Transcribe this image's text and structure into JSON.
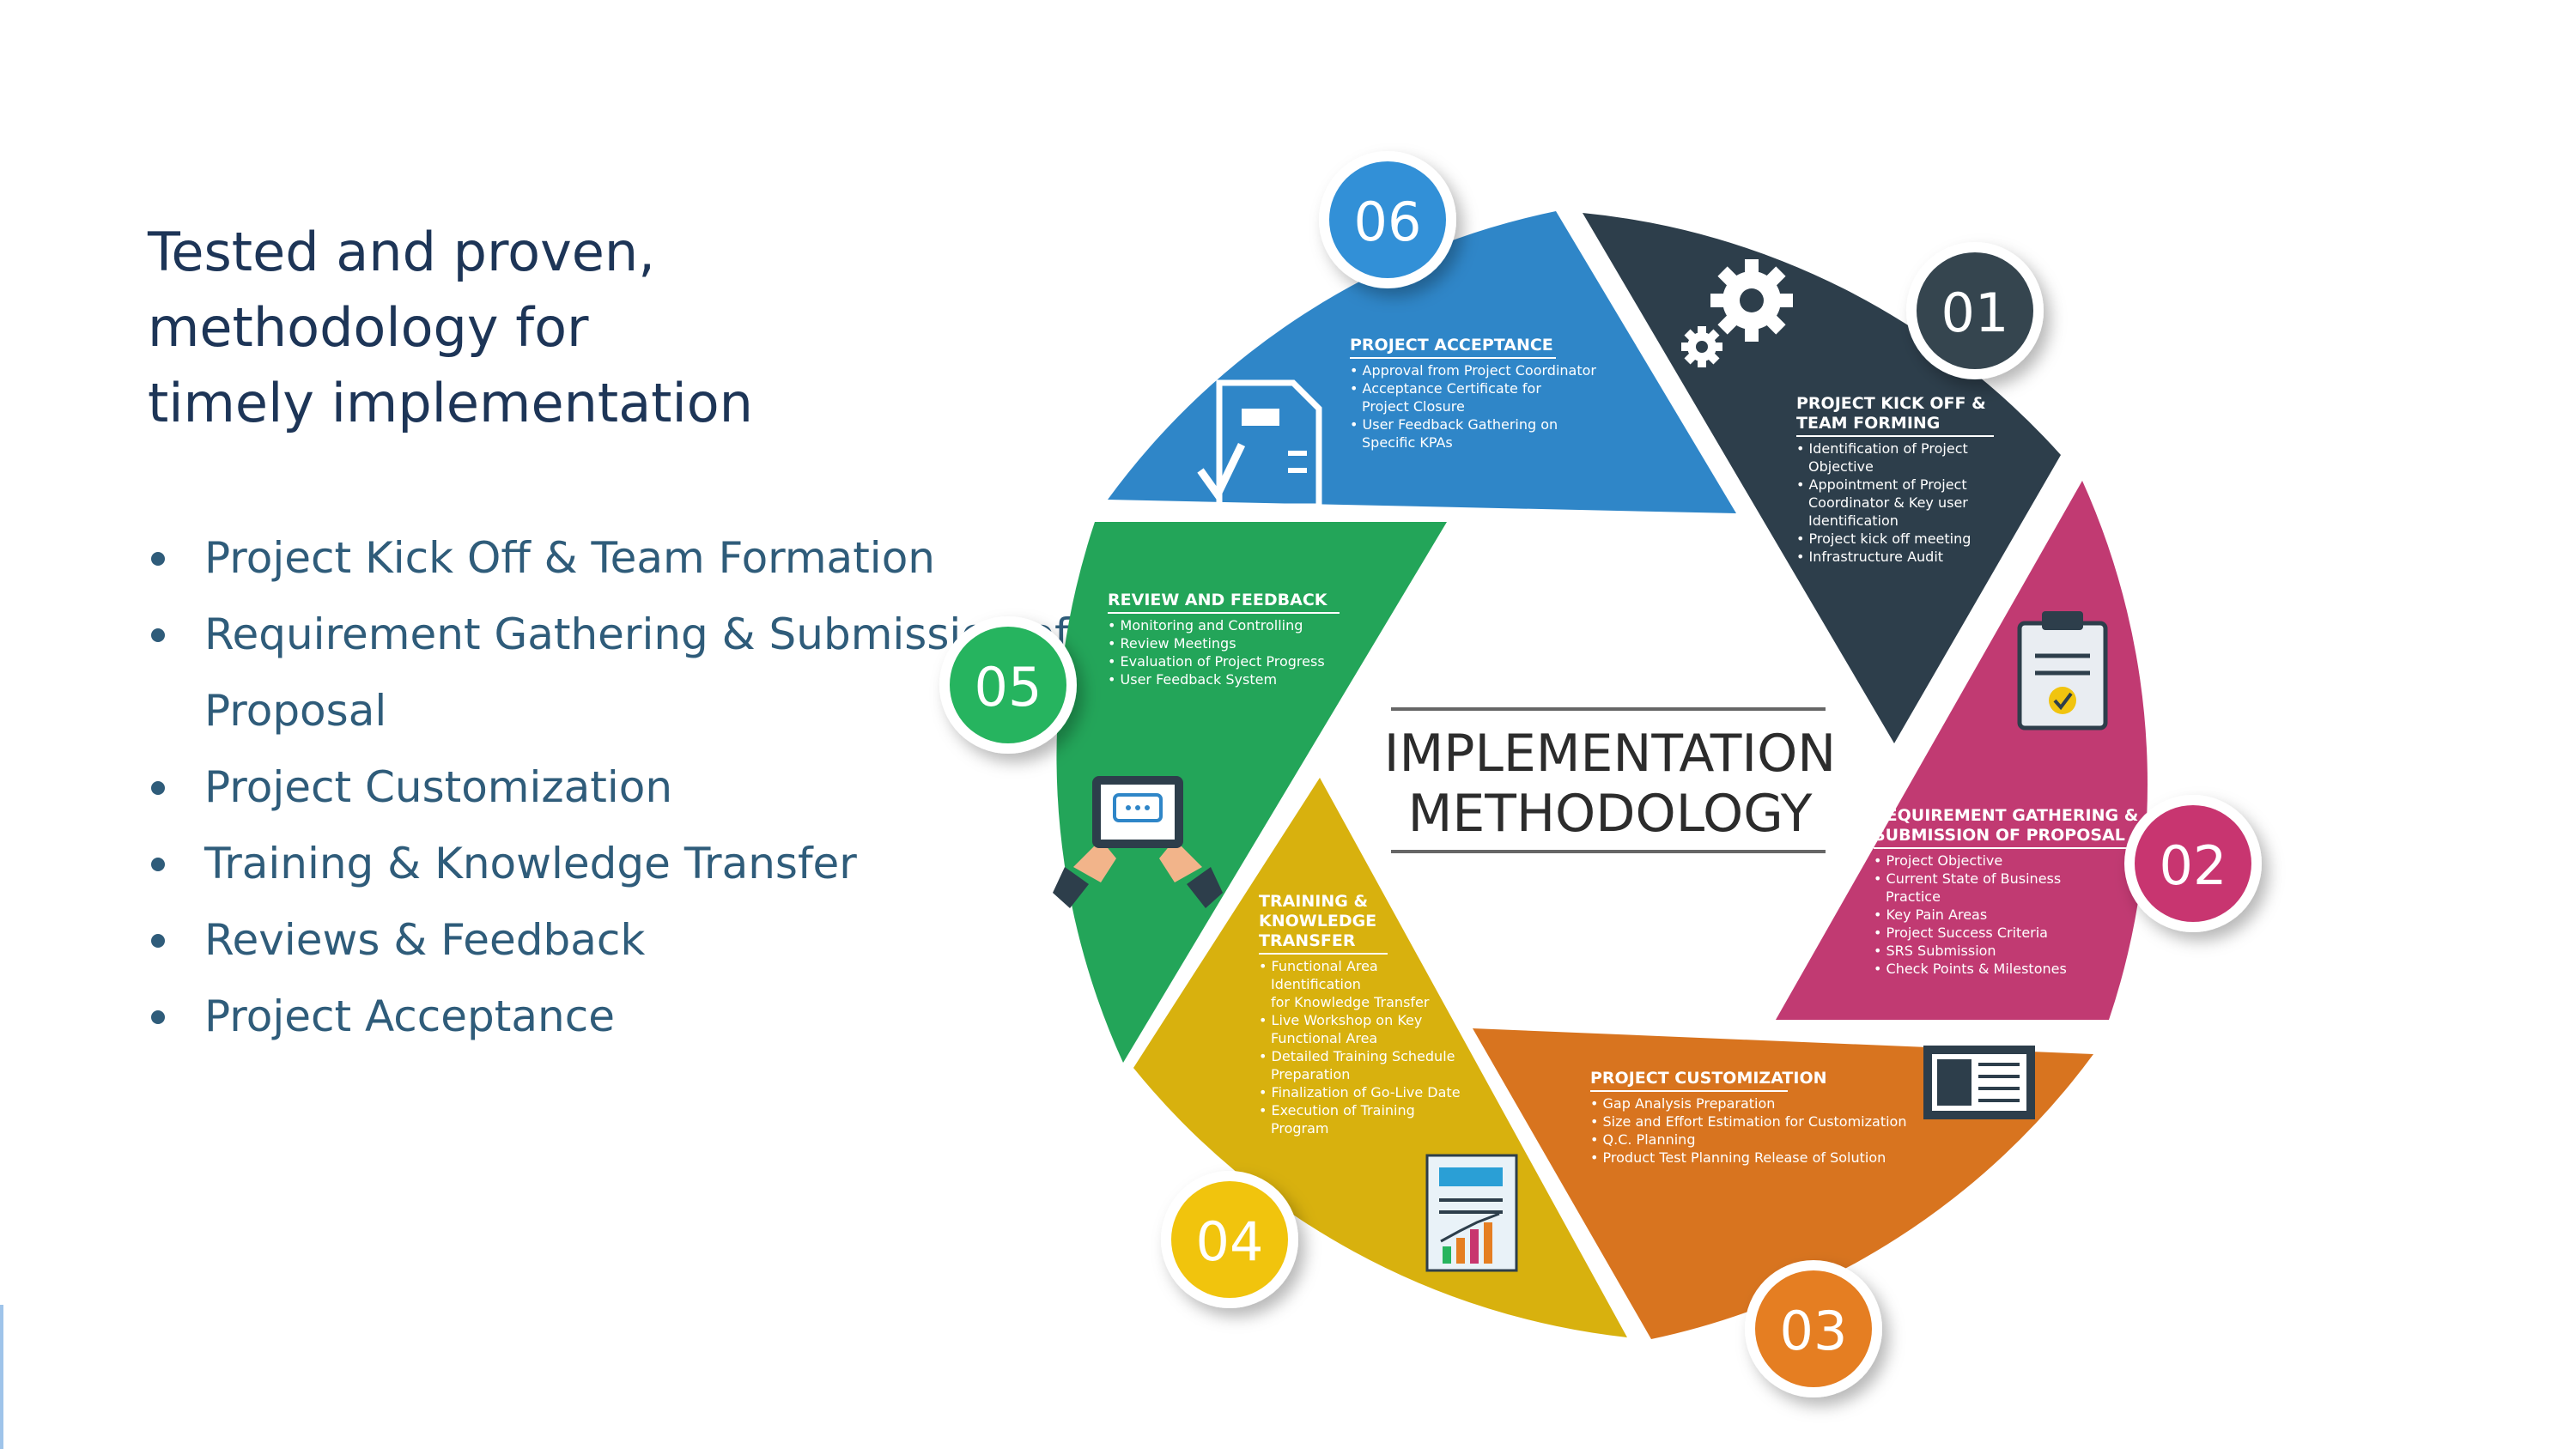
{
  "headline": {
    "line1": "Tested and proven,",
    "line2": "methodology for",
    "line3": "timely implementation"
  },
  "bullets": [
    "Project Kick Off & Team Formation",
    "Requirement Gathering & Submission of Proposal",
    "Project Customization",
    "Training & Knowledge Transfer",
    "Reviews & Feedback",
    "Project Acceptance"
  ],
  "center": {
    "line1": "IMPLEMENTATION",
    "line2": "METHODOLOGY"
  },
  "steps": [
    {
      "number": "01",
      "color": "#2d3e4b",
      "badge_color": "#35454f",
      "icon": "gears-icon",
      "title": [
        "PROJECT KICK OFF &",
        "TEAM FORMING"
      ],
      "items": [
        "• Identification of Project",
        "Objective",
        "• Appointment of Project",
        "Coordinator & Key user",
        "Identification",
        "• Project kick off meeting",
        "• Infrastructure Audit"
      ]
    },
    {
      "number": "02",
      "color": "#c13a72",
      "badge_color": "#c8366f",
      "icon": "clipboard-check-icon",
      "title": [
        "REQUIREMENT GATHERING &",
        "SUBMISSION OF PROPOSAL"
      ],
      "items": [
        "• Project Objective",
        "• Current State of Business",
        "Practice",
        "• Key Pain Areas",
        "• Project Success Criteria",
        "• SRS Submission",
        "• Check Points & Milestones"
      ]
    },
    {
      "number": "03",
      "color": "#d8741f",
      "badge_color": "#e57e22",
      "icon": "monitor-document-icon",
      "title": [
        "PROJECT CUSTOMIZATION"
      ],
      "items": [
        "• Gap Analysis Preparation",
        "• Size and Effort Estimation for Customization",
        "• Q.C. Planning",
        "• Product Test Planning Release of Solution"
      ]
    },
    {
      "number": "04",
      "color": "#d8b10e",
      "badge_color": "#f1c40f",
      "icon": "report-chart-icon",
      "title": [
        "TRAINING &",
        "KNOWLEDGE",
        "TRANSFER"
      ],
      "items": [
        "• Functional Area",
        "Identification",
        "for Knowledge Transfer",
        "• Live Workshop on Key",
        "Functional Area",
        "• Detailed Training Schedule",
        "Preparation",
        "• Finalization of Go-Live Date",
        "• Execution of Training",
        "Program"
      ]
    },
    {
      "number": "05",
      "color": "#23a559",
      "badge_color": "#27b45e",
      "icon": "tablet-chat-icon",
      "title": [
        "REVIEW AND FEEDBACK"
      ],
      "items": [
        "• Monitoring and Controlling",
        "• Review Meetings",
        "• Evaluation of Project Progress",
        "• User Feedback System"
      ]
    },
    {
      "number": "06",
      "color": "#2f86c8",
      "badge_color": "#3290d7",
      "icon": "document-check-icon",
      "title": [
        "PROJECT ACCEPTANCE"
      ],
      "items": [
        "• Approval from Project Coordinator",
        "• Acceptance Certificate for",
        "Project Closure",
        "• User Feedback Gathering on",
        "Specific KPAs"
      ]
    }
  ]
}
